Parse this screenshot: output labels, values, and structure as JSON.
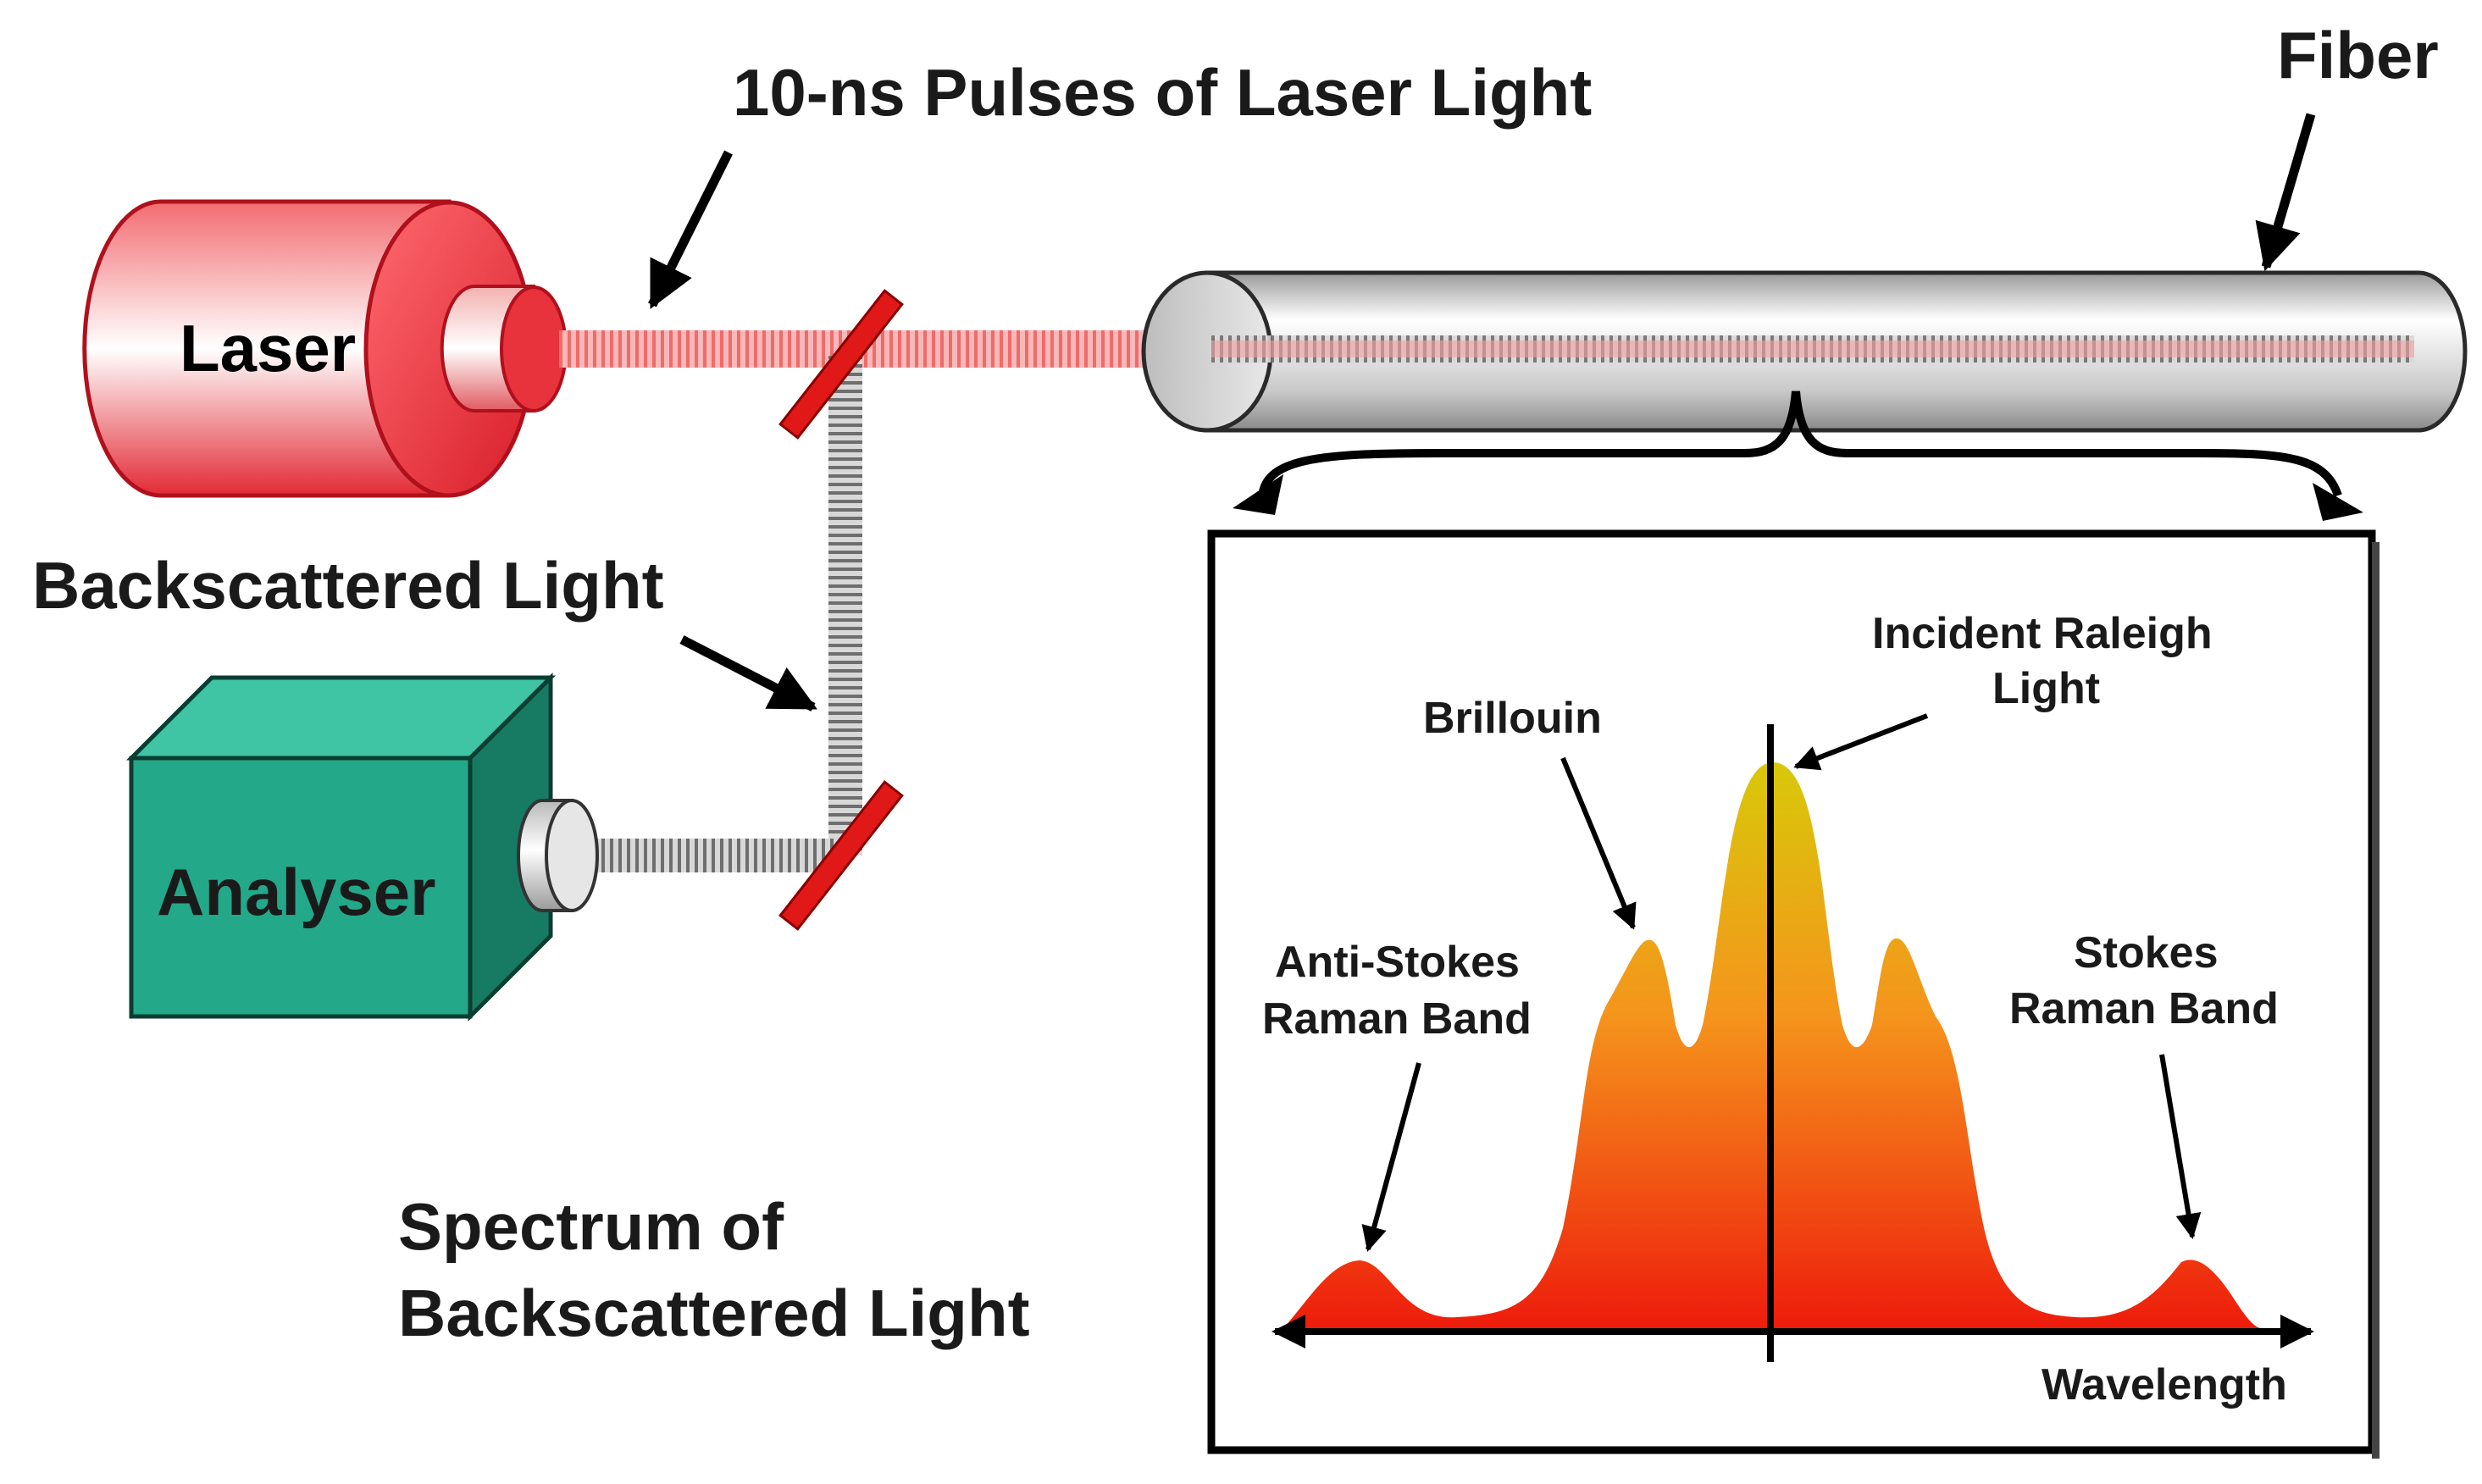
{
  "labels": {
    "pulses": "10-ns Pulses of Laser Light",
    "fiber": "Fiber",
    "laser": "Laser",
    "backscattered": "Backscattered Light",
    "analyser": "Analyser",
    "spectrum_line1": "Spectrum of",
    "spectrum_line2": "Backscattered Light"
  },
  "spectrum": {
    "incident_line1": "Incident Raleigh",
    "incident_line2": "Light",
    "brillouin": "Brillouin",
    "anti_stokes_line1": "Anti-Stokes",
    "anti_stokes_line2": "Raman Band",
    "stokes_line1": "Stokes",
    "stokes_line2": "Raman Band",
    "x_axis": "Wavelength"
  },
  "colors": {
    "laser_red": "#e8323c",
    "laser_beam": "#f08080",
    "analyser_green": "#23a889",
    "mirror_red": "#e01818",
    "fiber_grey": "#cfcfcf",
    "spectrum_top": "#d8c80a",
    "spectrum_mid": "#f59a1a",
    "spectrum_bottom": "#ee1c0c"
  },
  "icons": [
    "laser-icon",
    "analyser-icon",
    "mirror-icon",
    "fiber-icon",
    "arrow-icon",
    "brace-icon"
  ]
}
